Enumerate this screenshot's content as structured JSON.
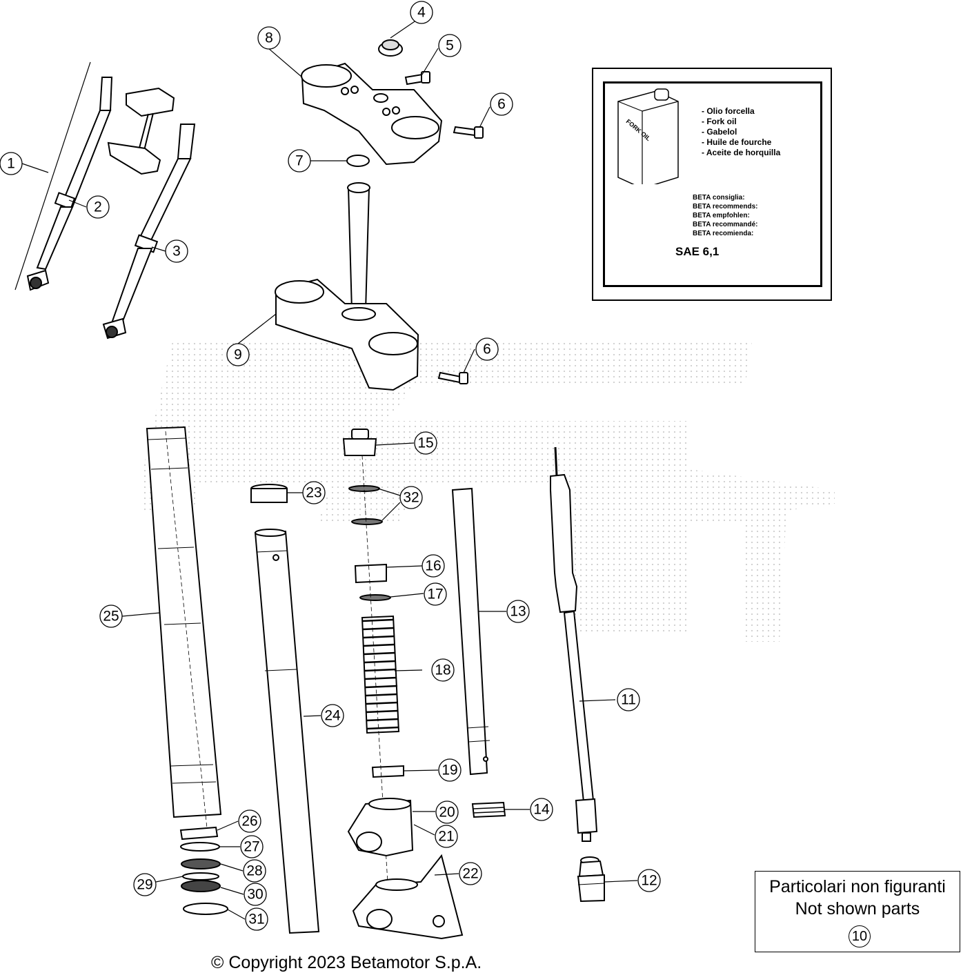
{
  "callouts": [
    {
      "n": "1"
    },
    {
      "n": "2"
    },
    {
      "n": "3"
    },
    {
      "n": "4"
    },
    {
      "n": "5"
    },
    {
      "n": "6"
    },
    {
      "n": "7"
    },
    {
      "n": "8"
    },
    {
      "n": "9"
    },
    {
      "n": "6"
    },
    {
      "n": "15"
    },
    {
      "n": "23"
    },
    {
      "n": "32"
    },
    {
      "n": "16"
    },
    {
      "n": "17"
    },
    {
      "n": "13"
    },
    {
      "n": "25"
    },
    {
      "n": "18"
    },
    {
      "n": "11"
    },
    {
      "n": "24"
    },
    {
      "n": "19"
    },
    {
      "n": "20"
    },
    {
      "n": "14"
    },
    {
      "n": "21"
    },
    {
      "n": "26"
    },
    {
      "n": "27"
    },
    {
      "n": "28"
    },
    {
      "n": "22"
    },
    {
      "n": "29"
    },
    {
      "n": "12"
    },
    {
      "n": "30"
    },
    {
      "n": "31"
    }
  ],
  "oil_box": {
    "can_label": "FORK OIL",
    "oil_names": [
      "- Olio forcella",
      "- Fork oil",
      "- Gabelol",
      "- Huile de fourche",
      "- Aceite de horquilla"
    ],
    "recommend_lines": [
      "BETA consiglia:",
      "BETA recommends:",
      "BETA empfohlen:",
      "BETA recommandé:",
      "BETA recomienda:"
    ],
    "grade": "SAE 6,1"
  },
  "not_shown": {
    "line1": "Particolari non figuranti",
    "line2": "Not shown parts",
    "number": "10"
  },
  "copyright": "© Copyright 2023 Betamotor S.p.A."
}
